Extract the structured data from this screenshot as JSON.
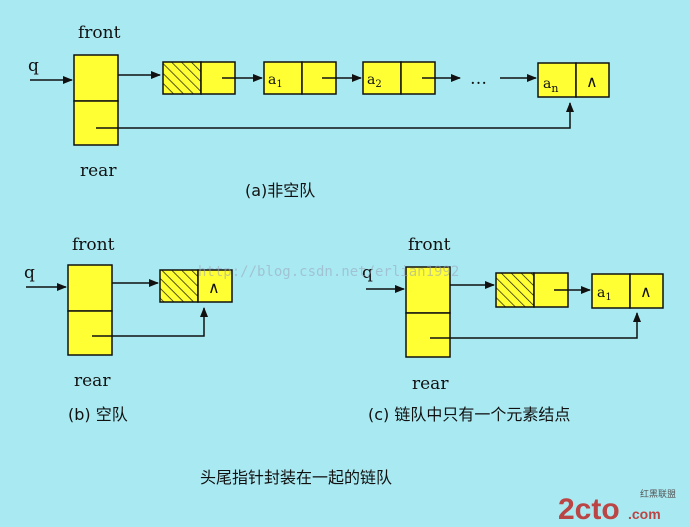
{
  "diagram": {
    "panel_a": {
      "front_label": "front",
      "rear_label": "rear",
      "pointer_label": "q",
      "nodes": [
        {
          "value": "",
          "hatched": true
        },
        {
          "value": "a",
          "subscript": "1"
        },
        {
          "value": "a",
          "subscript": "2"
        },
        {
          "value": "a",
          "subscript": "n",
          "null_mark": "∧"
        }
      ],
      "ellipsis": "…",
      "caption": "(a)非空队"
    },
    "panel_b": {
      "front_label": "front",
      "rear_label": "rear",
      "pointer_label": "q",
      "nodes": [
        {
          "value": "",
          "hatched": true,
          "null_mark": "∧"
        }
      ],
      "caption": "(b) 空队"
    },
    "panel_c": {
      "front_label": "front",
      "rear_label": "rear",
      "pointer_label": "q",
      "nodes": [
        {
          "value": "",
          "hatched": true
        },
        {
          "value": "a",
          "subscript": "1",
          "null_mark": "∧"
        }
      ],
      "caption": "(c)  链队中只有一个元素结点"
    },
    "title": "头尾指针封装在一起的链队"
  },
  "watermark": "http://blog.csdn.net/erlian1992",
  "brand": {
    "logo": "2cto",
    "tld": ".com",
    "site_name": "红黑联盟"
  },
  "colors": {
    "background": "#a9eaf2",
    "node_fill": "#ffff33",
    "line": "#111111"
  }
}
